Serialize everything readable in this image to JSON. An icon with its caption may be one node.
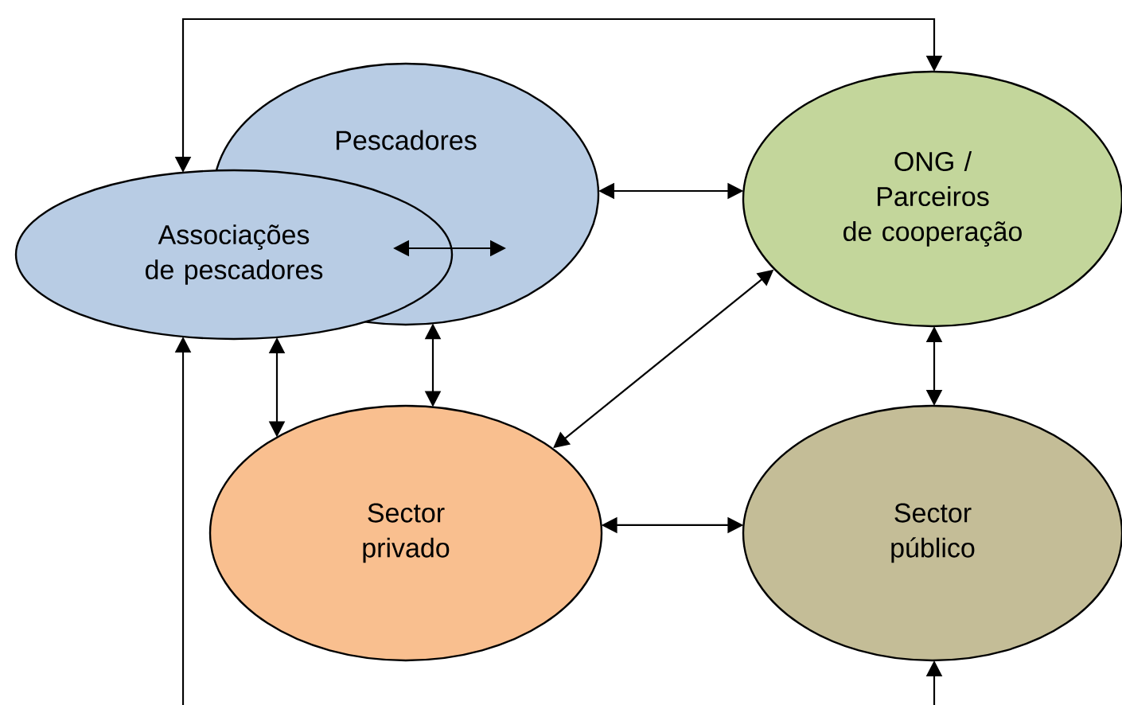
{
  "diagram": {
    "nodes": [
      {
        "text": [
          "Pescadores"
        ]
      },
      {
        "text": [
          "Associações de pescadores"
        ]
      },
      {
        "text": [
          "ONG / Parceiros de cooperação"
        ]
      },
      {
        "text": [
          "Sector privado"
        ]
      },
      {
        "text": [
          "Sector público"
        ]
      }
    ],
    "edges": [
      {
        "from": 1,
        "to": 2,
        "arrow": "both"
      },
      {
        "from": 0,
        "to": 2,
        "arrow": "both"
      },
      {
        "from": 1,
        "to": 0,
        "arrow": "both"
      },
      {
        "from": 1,
        "to": 3,
        "arrow": "both"
      },
      {
        "from": 0,
        "to": 3,
        "arrow": "both"
      },
      {
        "from": 2,
        "to": 3,
        "arrow": "both"
      },
      {
        "from": 2,
        "to": 4,
        "arrow": "both"
      },
      {
        "from": 3,
        "to": 4,
        "arrow": "both"
      },
      {
        "from": null,
        "to": 1,
        "arrow": "to"
      },
      {
        "from": null,
        "to": 4,
        "arrow": "to"
      }
    ]
  }
}
